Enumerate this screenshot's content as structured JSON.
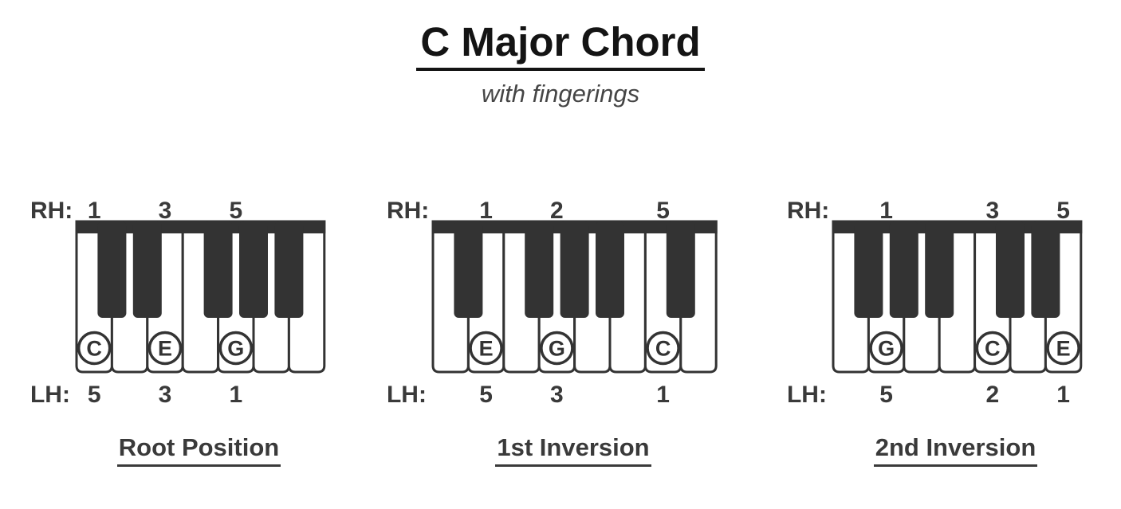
{
  "page": {
    "title": "C Major Chord",
    "subtitle": "with fingerings"
  },
  "labels": {
    "right_hand": "RH:",
    "left_hand": "LH:"
  },
  "colors": {
    "ink": "#333333",
    "text": "#3a3a3a",
    "title": "#141414",
    "subtitle": "#454545",
    "background": "#ffffff",
    "white_key": "#ffffff"
  },
  "diagrams": [
    {
      "caption": "Root Position",
      "keyboard": {
        "white_keys": [
          "C",
          "D",
          "E",
          "F",
          "G",
          "A",
          "B"
        ],
        "black_keys_after_index": [
          0,
          1,
          3,
          4,
          5
        ]
      },
      "chord_notes": [
        {
          "white_key_index": 0,
          "note": "C",
          "right_hand_finger": "1",
          "left_hand_finger": "5"
        },
        {
          "white_key_index": 2,
          "note": "E",
          "right_hand_finger": "3",
          "left_hand_finger": "3"
        },
        {
          "white_key_index": 4,
          "note": "G",
          "right_hand_finger": "5",
          "left_hand_finger": "1"
        }
      ]
    },
    {
      "caption": "1st Inversion",
      "keyboard": {
        "white_keys": [
          "D",
          "E",
          "F",
          "G",
          "A",
          "B",
          "C",
          "D"
        ],
        "black_keys_after_index": [
          0,
          2,
          3,
          4,
          6
        ]
      },
      "chord_notes": [
        {
          "white_key_index": 1,
          "note": "E",
          "right_hand_finger": "1",
          "left_hand_finger": "5"
        },
        {
          "white_key_index": 3,
          "note": "G",
          "right_hand_finger": "2",
          "left_hand_finger": "3"
        },
        {
          "white_key_index": 6,
          "note": "C",
          "right_hand_finger": "5",
          "left_hand_finger": "1"
        }
      ]
    },
    {
      "caption": "2nd Inversion",
      "keyboard": {
        "white_keys": [
          "F",
          "G",
          "A",
          "B",
          "C",
          "D",
          "E"
        ],
        "black_keys_after_index": [
          0,
          1,
          2,
          4,
          5
        ]
      },
      "chord_notes": [
        {
          "white_key_index": 1,
          "note": "G",
          "right_hand_finger": "1",
          "left_hand_finger": "5"
        },
        {
          "white_key_index": 4,
          "note": "C",
          "right_hand_finger": "3",
          "left_hand_finger": "2"
        },
        {
          "white_key_index": 6,
          "note": "E",
          "right_hand_finger": "5",
          "left_hand_finger": "1"
        }
      ]
    }
  ]
}
